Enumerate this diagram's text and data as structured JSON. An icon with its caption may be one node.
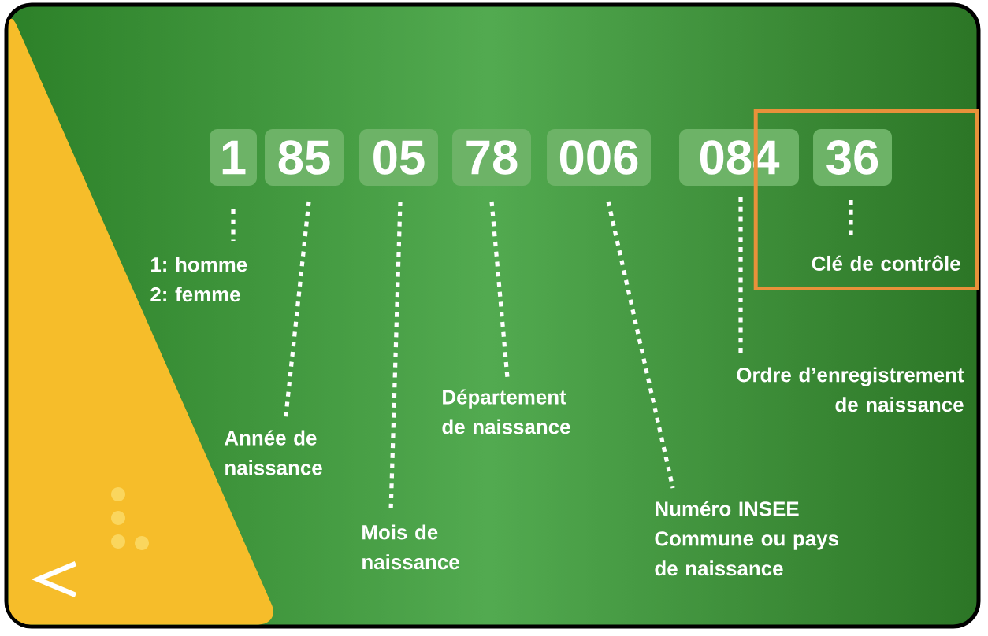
{
  "diagram": {
    "nodes": [
      {
        "text": [],
        "shape": "box"
      },
      {
        "text": [
          "1"
        ]
      },
      {
        "text": [
          "85"
        ]
      },
      {
        "text": [
          "05"
        ]
      },
      {
        "text": [
          "78"
        ]
      },
      {
        "text": [
          "006"
        ]
      },
      {
        "text": [
          "084"
        ]
      },
      {
        "text": [
          "36"
        ],
        "in": 0
      },
      {
        "text": [
          "1: homme 2: femme"
        ]
      },
      {
        "text": [
          "Année de naissance"
        ]
      },
      {
        "text": [
          "Mois de naissance"
        ]
      },
      {
        "text": [
          "Département de naissance"
        ]
      },
      {
        "text": [
          "Numéro INSEE Commune ou pays de naissance"
        ]
      },
      {
        "text": [
          "Ordre d’enregistrement de naissance"
        ]
      },
      {
        "text": [
          "Clé de contrôle"
        ],
        "in": 0
      }
    ],
    "edges": [
      {
        "from": 1,
        "to": 8,
        "arrow": "none"
      },
      {
        "from": 2,
        "to": 9,
        "arrow": "none"
      },
      {
        "from": 3,
        "to": 10,
        "arrow": "none"
      },
      {
        "from": 4,
        "to": 11,
        "arrow": "none"
      },
      {
        "from": 5,
        "to": 12,
        "arrow": "none"
      },
      {
        "from": 6,
        "to": 13,
        "arrow": "none"
      },
      {
        "from": 7,
        "to": 14,
        "arrow": "none"
      }
    ]
  }
}
